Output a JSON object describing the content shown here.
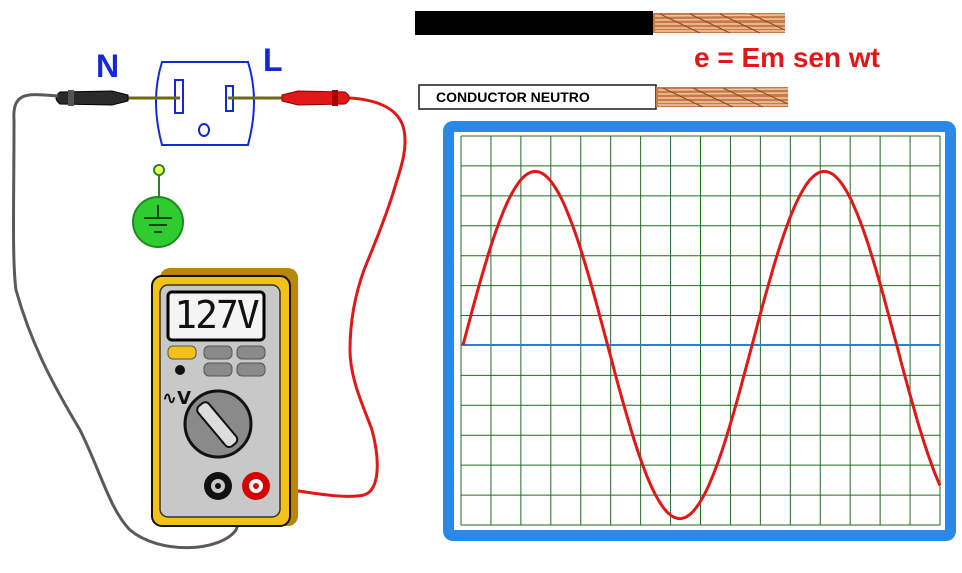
{
  "outlet": {
    "neutral_label": "N",
    "line_label": "L"
  },
  "formula": "e = Em sen wt",
  "conductors": {
    "neutral_label": "CONDUCTOR NEUTRO"
  },
  "multimeter": {
    "reading": "127V",
    "mode_symbol": "∿V"
  },
  "colors": {
    "label_blue": "#1428d8",
    "formula_red": "#e01818",
    "waveform": "#e01818",
    "axis_line": "#2a7fd4",
    "grid": "#1e6e1e",
    "screen_frame": "#2a88e8",
    "meter_body": "#f2c21a",
    "ground_symbol": "#2ecc2e",
    "copper": "#c87a4a"
  },
  "chart_data": {
    "type": "line",
    "title": "",
    "xlabel": "",
    "ylabel": "",
    "x_divisions": 16,
    "y_divisions": 13,
    "series": [
      {
        "function": "sine",
        "cycles": 1.65,
        "start_phase_deg": 0,
        "amplitude_divisions": 5.8
      }
    ],
    "grid": true
  }
}
